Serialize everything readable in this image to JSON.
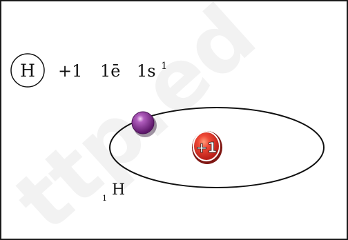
{
  "header": {
    "symbol": "H",
    "charge": "+1",
    "electron_count": "1ē",
    "configuration_base": "1s",
    "configuration_superscript": "1"
  },
  "atom": {
    "nucleus_label": "+1",
    "label_subscript": "1",
    "label_symbol": "H"
  },
  "watermark": {
    "text": "ttp.ed"
  },
  "colors": {
    "frame": "#1a1a1a",
    "nucleus_fill": "#d9342b",
    "electron_fill": "#8e2a8f",
    "watermark": "#f2f2f2",
    "text": "#111111"
  }
}
